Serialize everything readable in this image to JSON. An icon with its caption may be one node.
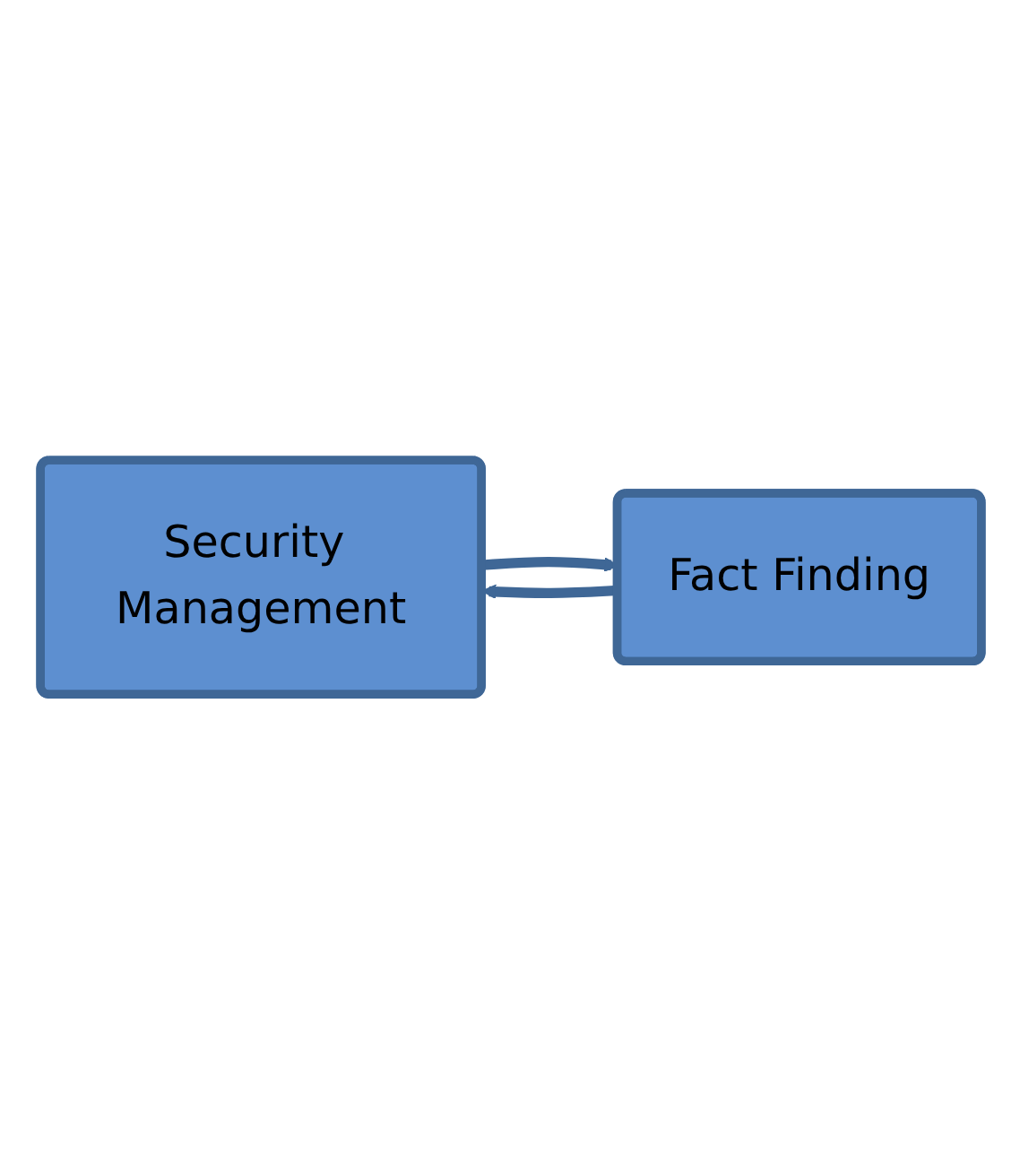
{
  "diagram": {
    "nodes": [
      {
        "text": [
          "Security Management"
        ]
      },
      {
        "text": [
          "Fact Finding"
        ]
      }
    ],
    "edges": [
      {
        "from": 0,
        "to": 1,
        "arrow": "to"
      },
      {
        "from": 1,
        "to": 0,
        "arrow": "to"
      }
    ]
  }
}
